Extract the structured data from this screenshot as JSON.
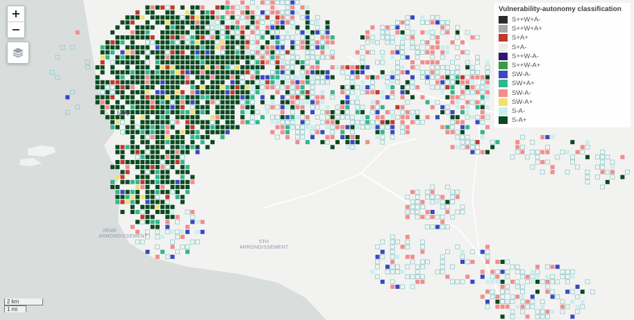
{
  "map": {
    "labels": [
      {
        "text": "2ÈME ARRONDISSEMENT",
        "id": "2"
      },
      {
        "text": "5TH ARRONDISSEMENT",
        "id": "5"
      },
      {
        "text": "MA",
        "id": "ma"
      }
    ]
  },
  "controls": {
    "zoom_in": "+",
    "zoom_out": "−",
    "layers_icon": "layers-icon"
  },
  "legend": {
    "title": "Vulnerability-autonomy classification",
    "items": [
      {
        "label": "S++W+A-",
        "color": "#2b2b2b"
      },
      {
        "label": "S++W+A+",
        "color": "#a8a8a8"
      },
      {
        "label": "S+A+",
        "color": "#c0392b"
      },
      {
        "label": "S+A-",
        "color": "#ededed"
      },
      {
        "label": "S++W-A-",
        "color": "#2e1b6e"
      },
      {
        "label": "S++W-A+",
        "color": "#3a9a45"
      },
      {
        "label": "SW-A-",
        "color": "#3a48c4"
      },
      {
        "label": "SW+A+",
        "color": "#33b58e"
      },
      {
        "label": "SW-A-",
        "color": "#f08e8e"
      },
      {
        "label": "SW-A+",
        "color": "#f4df6e"
      },
      {
        "label": "S-A-",
        "color": "#c9efef"
      },
      {
        "label": "S-A+",
        "color": "#0a4a20"
      }
    ]
  },
  "scale": {
    "km": "2 km",
    "mi": "1 mi"
  }
}
